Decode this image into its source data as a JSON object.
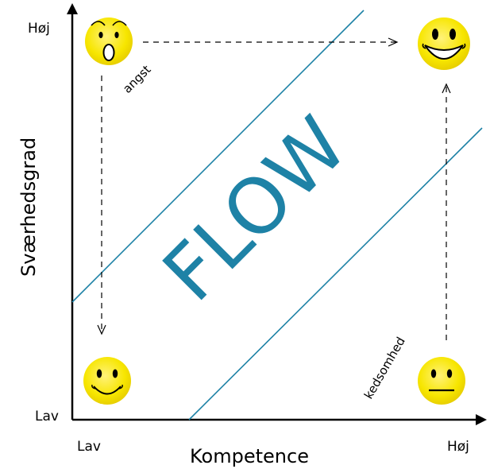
{
  "axes": {
    "y_label": "Sværhedsgrad",
    "x_label": "Kompetence",
    "y_high": "Høj",
    "y_low": "Lav",
    "x_low": "Lav",
    "x_high": "Høj"
  },
  "center_label": "FLOW",
  "states": {
    "anxiety": "angst",
    "boredom": "kedsomhed"
  },
  "colors": {
    "flow": "#1e82a6",
    "smiley_fill": "#f7e600",
    "axis": "#000000"
  },
  "icons": [
    "anxious-smiley-icon",
    "big-grin-smiley-icon",
    "content-smiley-icon",
    "neutral-smiley-icon"
  ]
}
